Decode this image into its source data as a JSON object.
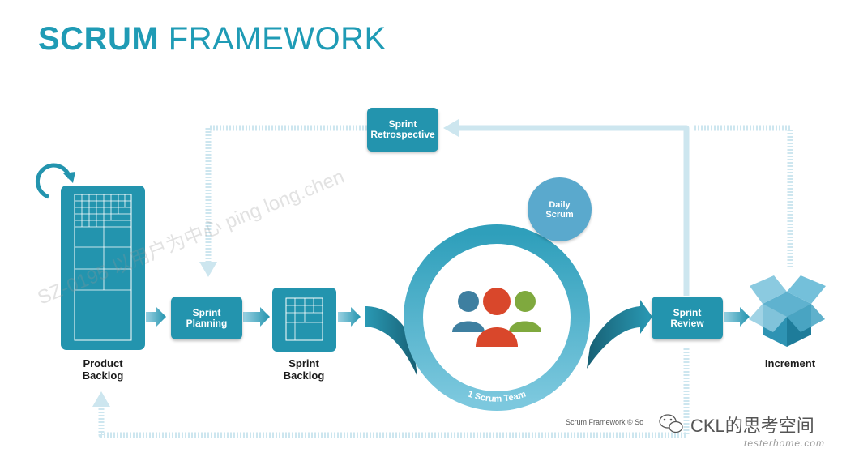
{
  "title": {
    "bold": "SCRUM",
    "light": " FRAMEWORK"
  },
  "boxes": {
    "retrospective": {
      "line1": "Sprint",
      "line2": "Retrospective"
    },
    "planning": {
      "line1": "Sprint",
      "line2": "Planning"
    },
    "review": {
      "line1": "Sprint",
      "line2": "Review"
    }
  },
  "daily_scrum": {
    "line1": "Daily",
    "line2": "Scrum"
  },
  "labels": {
    "product_backlog": {
      "line1": "Product",
      "line2": "Backlog"
    },
    "sprint_backlog": {
      "line1": "Sprint",
      "line2": "Backlog"
    },
    "increment": "Increment"
  },
  "team_label": "1 Scrum Team",
  "credit": "Scrum Framework © So",
  "watermark": {
    "brand": "CKL的思考空间",
    "site": "testerhome.com",
    "diagonal": "SZ-0195 以用户为中心 ping long.chen"
  },
  "colors": {
    "primary": "#2394ae",
    "dark_teal": "#1a7e96",
    "light_flow": "#cde6ef",
    "person_blue": "#3e7fa0",
    "person_red": "#d9472b",
    "person_green": "#7fa93e"
  },
  "icons": [
    "cycle-arrow-icon",
    "team-people-icon",
    "box-icon",
    "wechat-icon"
  ]
}
